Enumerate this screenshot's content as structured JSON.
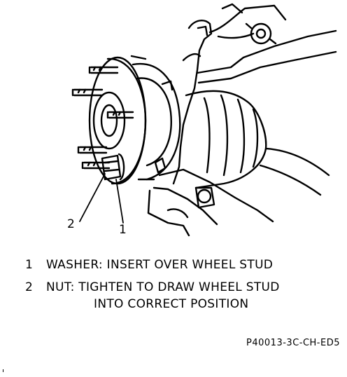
{
  "callouts": [
    {
      "number": "2"
    },
    {
      "number": "1"
    }
  ],
  "legend": [
    {
      "number": "1",
      "lines": [
        "WASHER: INSERT OVER WHEEL STUD"
      ]
    },
    {
      "number": "2",
      "lines": [
        "NUT: TIGHTEN TO DRAW WHEEL STUD",
        "INTO CORRECT POSITION"
      ]
    }
  ],
  "figure_code": "P40013-3C-CH-ED5"
}
